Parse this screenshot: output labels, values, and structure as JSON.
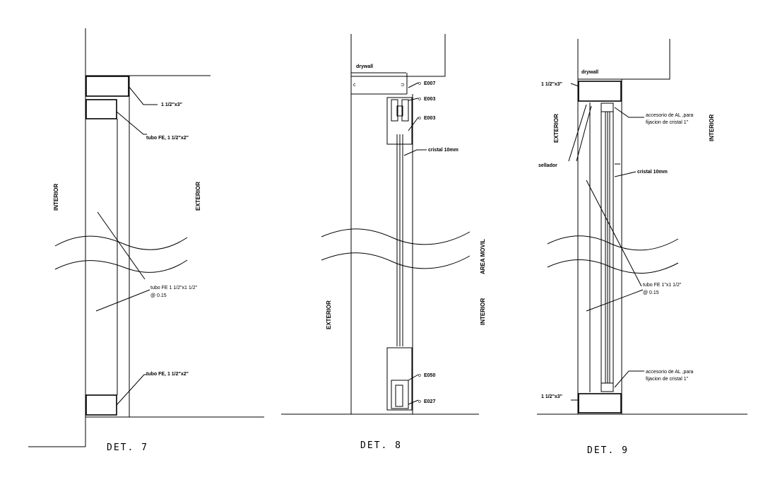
{
  "det7": {
    "title": "DET. 7",
    "interior": "INTERIOR",
    "exterior": "EXTERIOR",
    "top_tube": "1 1/2\"x3\"",
    "tube_top": "tubo FE, 1 1/2\"x2\"",
    "tube_mid_1": "tubo FE 1 1/2\"x1 1/2\"",
    "tube_mid_2": "@ 0.15",
    "tube_bottom": "tubo FE, 1 1/2\"x2\""
  },
  "det8": {
    "title": "DET. 8",
    "drywall": "drywall",
    "exterior": "EXTERIOR",
    "interior": "INTERIOR",
    "area_movil": "AREA MOVIL",
    "code_1": "E007",
    "code_2": "E003",
    "code_3": "E003",
    "cristal": "cristal 10mm",
    "code_4": "E050",
    "code_5": "E027"
  },
  "det9": {
    "title": "DET. 9",
    "drywall": "drywall",
    "exterior": "EXTERIOR",
    "interior": "INTERIOR",
    "top_tube": "1 1/2\"x3\"",
    "bottom_tube": "1 1/2\"x3\"",
    "sealant": "sellador",
    "cristal": "cristal 10mm",
    "acc_top_1": "accesorio de AL ,para",
    "acc_top_2": "fijacion de cristal 1\"",
    "tube_mid_1": "tubo FE 1\"x1 1/2\"",
    "tube_mid_2": "@ 0.15",
    "acc_bot_1": "accesorio de AL ,para",
    "acc_bot_2": "fijacion de cristal 1\""
  }
}
